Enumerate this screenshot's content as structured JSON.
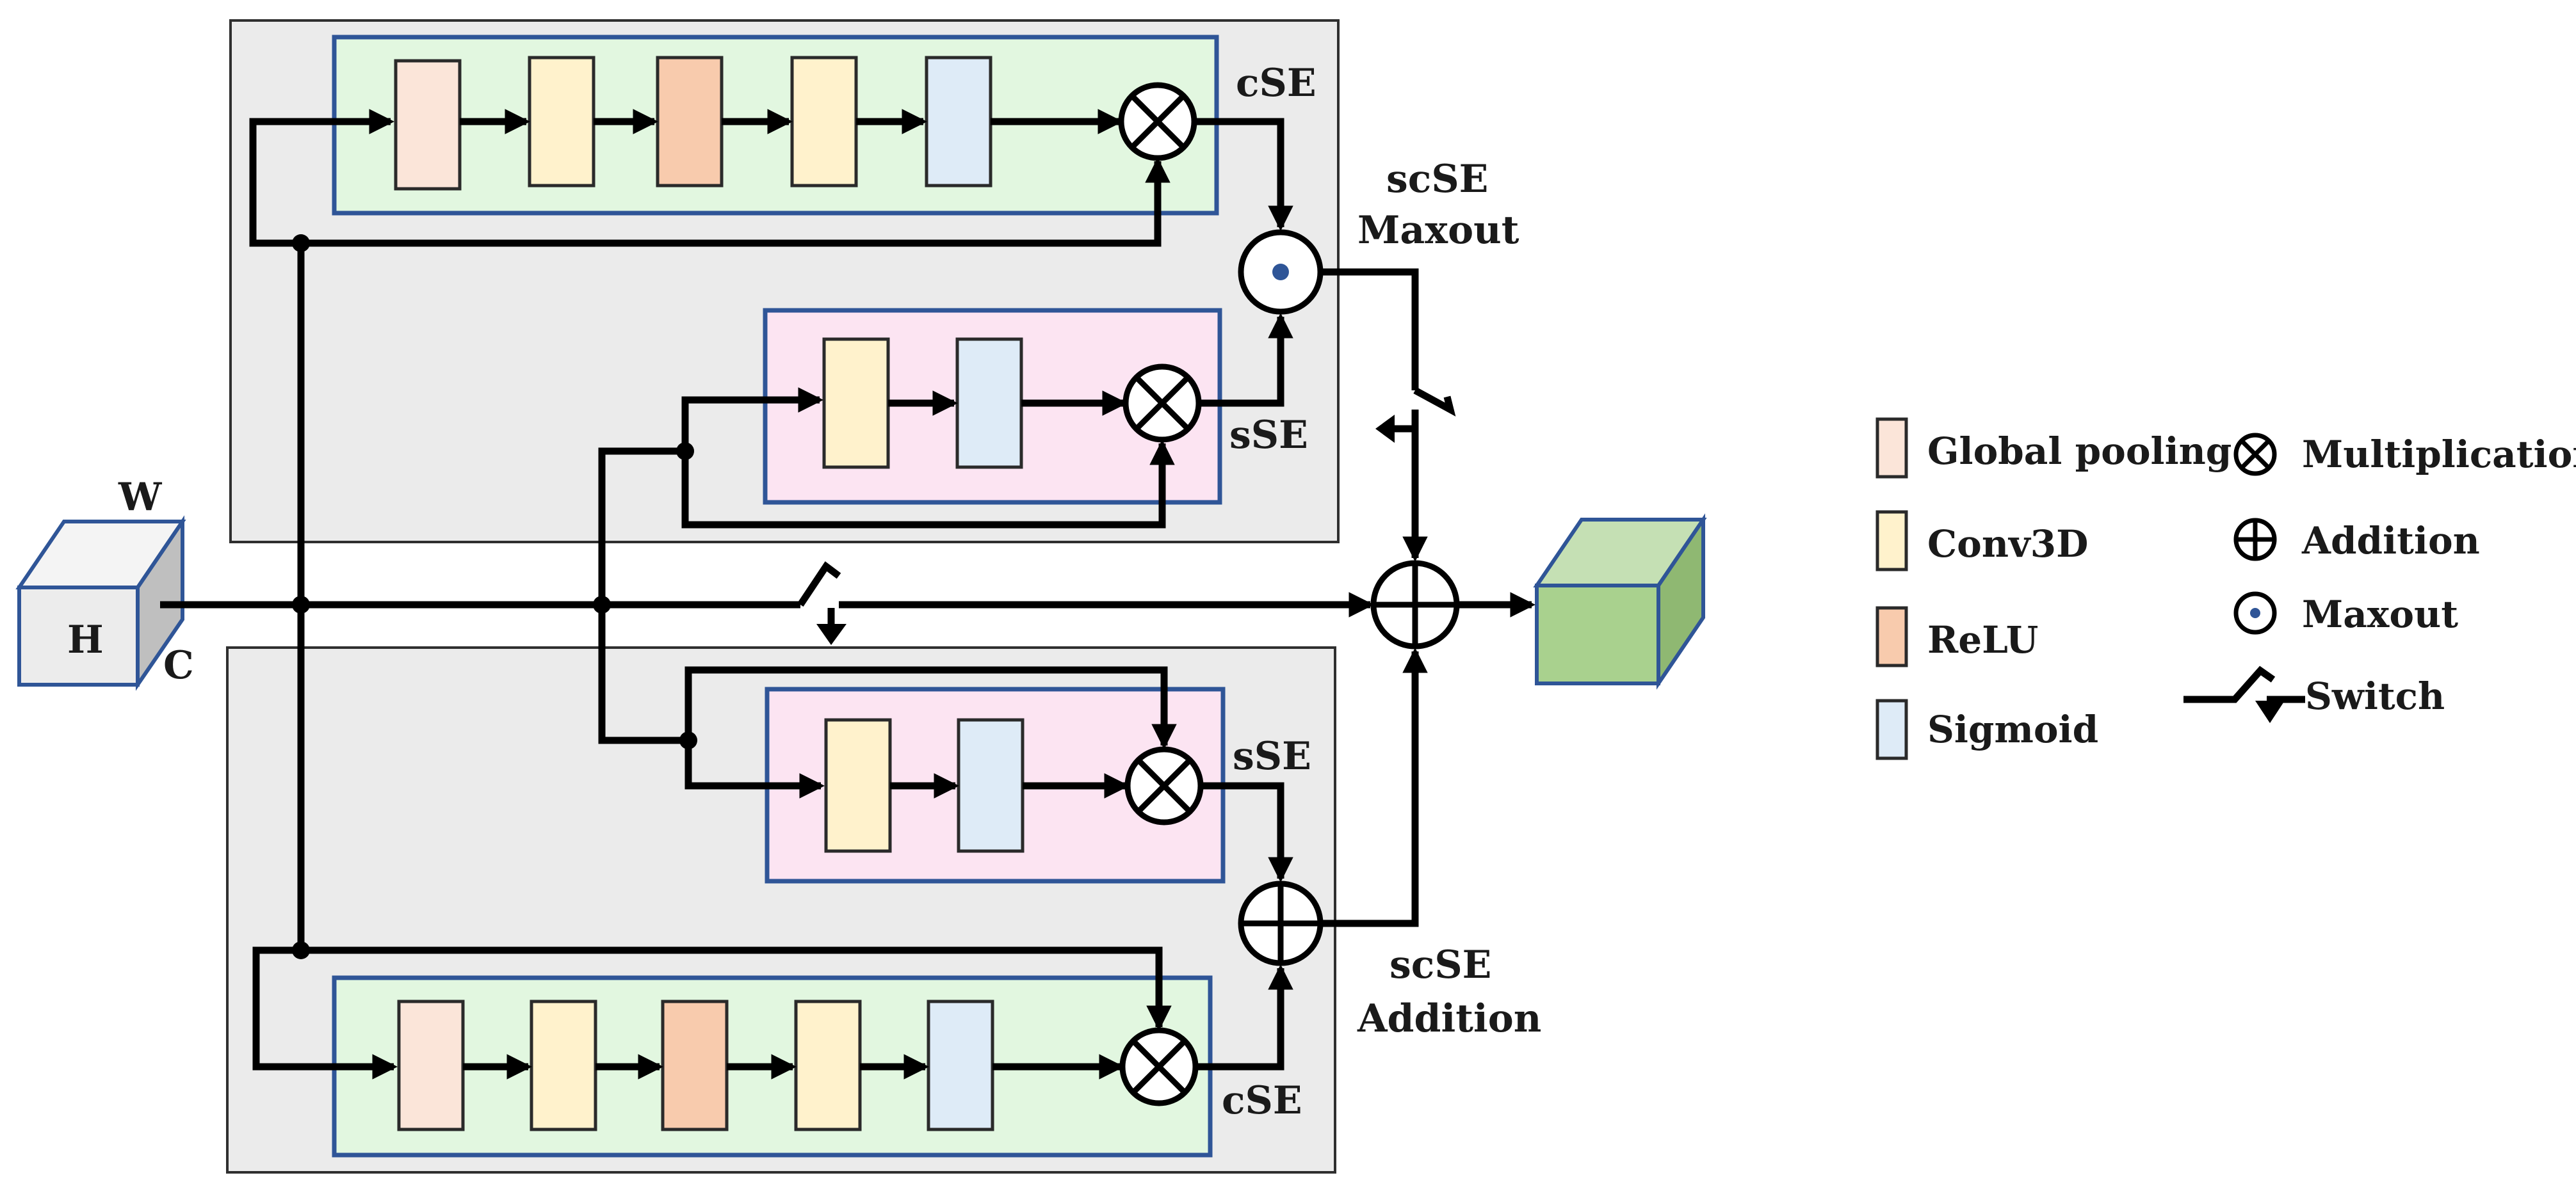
{
  "colors": {
    "global_pooling": "#fbe5d9",
    "conv3d": "#fff2cc",
    "relu": "#f8cbad",
    "sigmoid": "#deebf7",
    "cse_bg": "#e2f7e0",
    "sse_bg": "#fce4f2",
    "panel_bg": "#ebebeb",
    "frame": "#2f5597",
    "output_cube": "#a9d18e"
  },
  "input_cube": {
    "w_label": "W",
    "h_label": "H",
    "c_label": "C"
  },
  "top_module": {
    "cse_label": "cSE",
    "sse_label": "sSE",
    "merge_label_line1": "scSE",
    "merge_label_line2": "Maxout"
  },
  "bottom_module": {
    "cse_label": "cSE",
    "sse_label": "sSE",
    "merge_label_line1": "scSE",
    "merge_label_line2": "Addition"
  },
  "legend": {
    "global_pooling": "Global pooling",
    "conv3d": "Conv3D",
    "relu": "ReLU",
    "sigmoid": "Sigmoid",
    "multiplication": "Multiplication",
    "addition": "Addition",
    "maxout": "Maxout",
    "switch": "Switch"
  }
}
